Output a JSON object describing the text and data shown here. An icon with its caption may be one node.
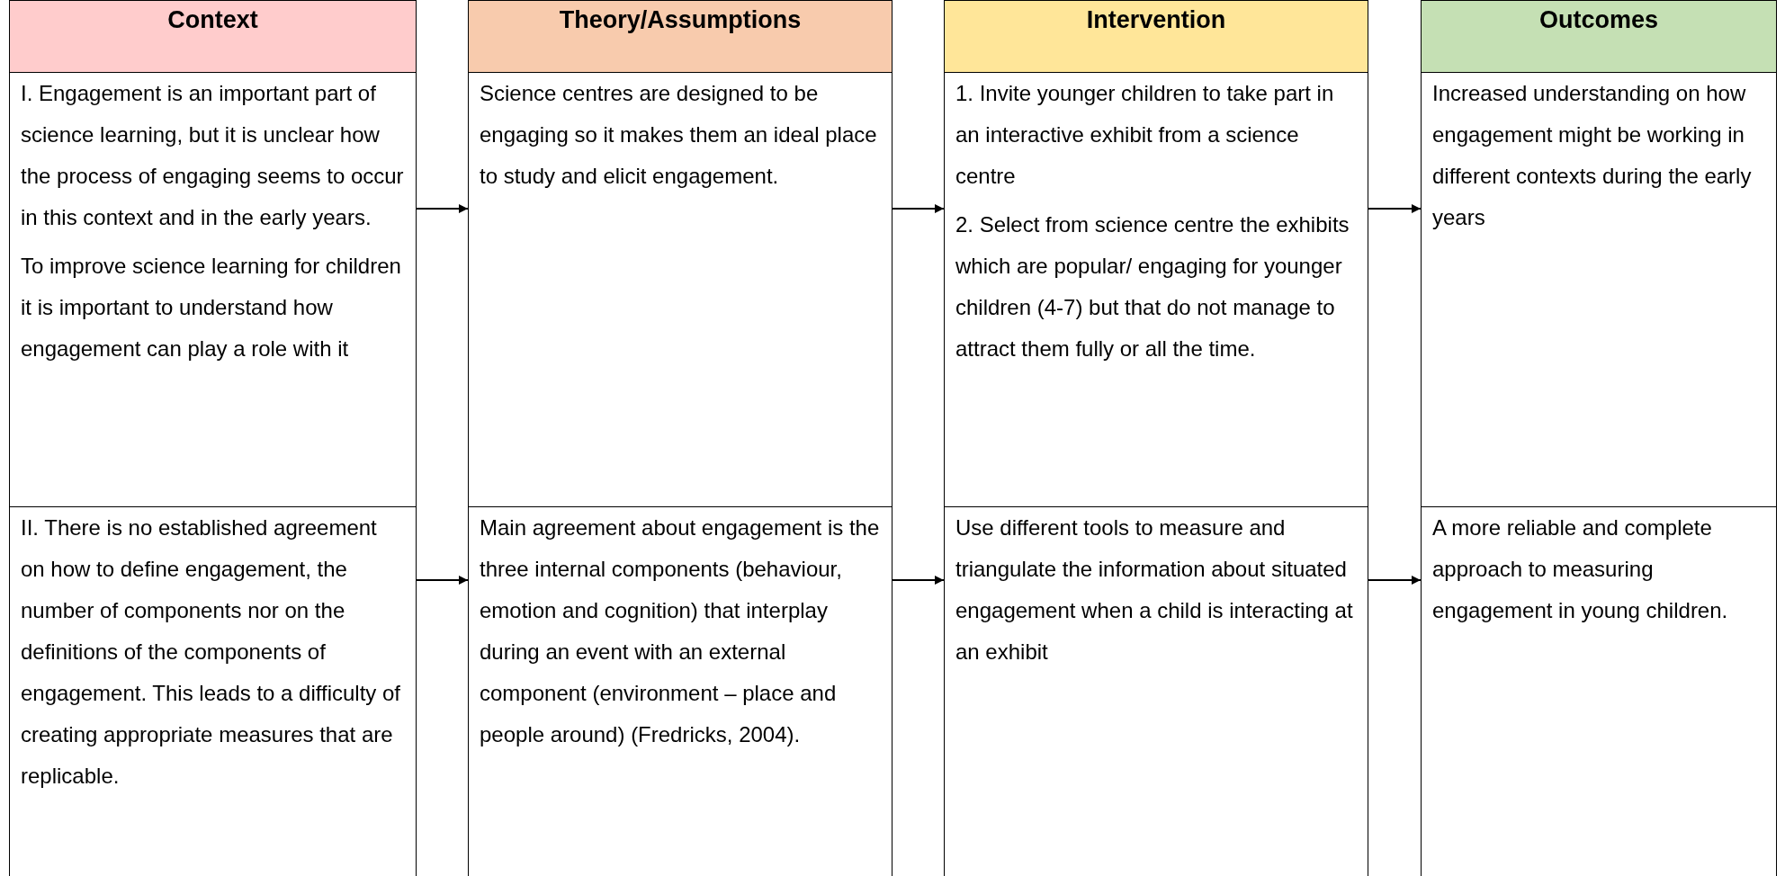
{
  "diagram": {
    "nodes": [
      {
        "text": [
          "Context"
        ]
      },
      {
        "text": [
          "Theory/Assumptions"
        ]
      },
      {
        "text": [
          "Intervention"
        ]
      },
      {
        "text": [
          "Outcomes"
        ]
      },
      {
        "text": [
          "I. Engagement is an important part of science learning, but it is unclear how the process of engaging seems to occur in this context and in the early years.",
          "To improve science learning for children it is important to understand how engagement can play a role with it"
        ]
      },
      {
        "text": [
          "Science centres are designed to be engaging so it makes them an ideal place to study and elicit engagement."
        ]
      },
      {
        "text": [
          "1. Invite younger children to take part in an interactive exhibit from a science centre",
          "2. Select from science centre the exhibits which are popular/ engaging for younger children (4-7) but that do not manage to attract them fully or all the time."
        ]
      },
      {
        "text": [
          "Increased understanding on how engagement might be working in different contexts during the early years"
        ]
      },
      {
        "text": [
          "II. There is no established agreement on how to define engagement, the number of components nor on the definitions of the components of engagement. This leads to a difficulty of creating appropriate measures that are replicable."
        ]
      },
      {
        "text": [
          "Main agreement about engagement is the three internal components (behaviour, emotion and cognition) that interplay during an event with an external component (environment – place and people around) (Fredricks, 2004)."
        ]
      },
      {
        "text": [
          "Use different tools to measure and triangulate the information about situated engagement when a child is interacting at an exhibit"
        ]
      },
      {
        "text": [
          "A more reliable and complete approach to measuring engagement in young children."
        ]
      }
    ],
    "edges": [
      {
        "from": 4,
        "to": 5,
        "arrow": "to"
      },
      {
        "from": 5,
        "to": 6,
        "arrow": "to"
      },
      {
        "from": 6,
        "to": 7,
        "arrow": "to"
      },
      {
        "from": 8,
        "to": 9,
        "arrow": "to"
      },
      {
        "from": 9,
        "to": 10,
        "arrow": "to"
      },
      {
        "from": 10,
        "to": 11,
        "arrow": "to"
      }
    ]
  }
}
